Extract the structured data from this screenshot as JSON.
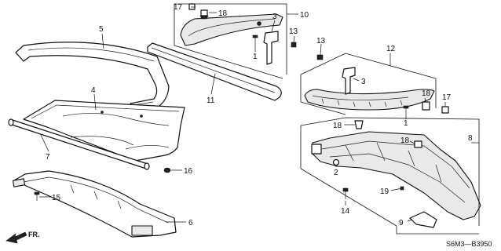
{
  "callouts": {
    "c1a": "1",
    "c1b": "1",
    "c2": "2",
    "c3a": "3",
    "c3b": "3",
    "c4": "4",
    "c5": "5",
    "c6": "6",
    "c7": "7",
    "c8": "8",
    "c9": "9",
    "c10": "10",
    "c11": "11",
    "c12": "12",
    "c13a": "13",
    "c13b": "13",
    "c14": "14",
    "c15": "15",
    "c16": "16",
    "c17a": "17",
    "c17b": "17",
    "c18a": "18",
    "c18b": "18",
    "c18c": "18",
    "c18d": "18",
    "c19": "19"
  },
  "front_label": "FR.",
  "diagram_code": "S6M3—B3950"
}
